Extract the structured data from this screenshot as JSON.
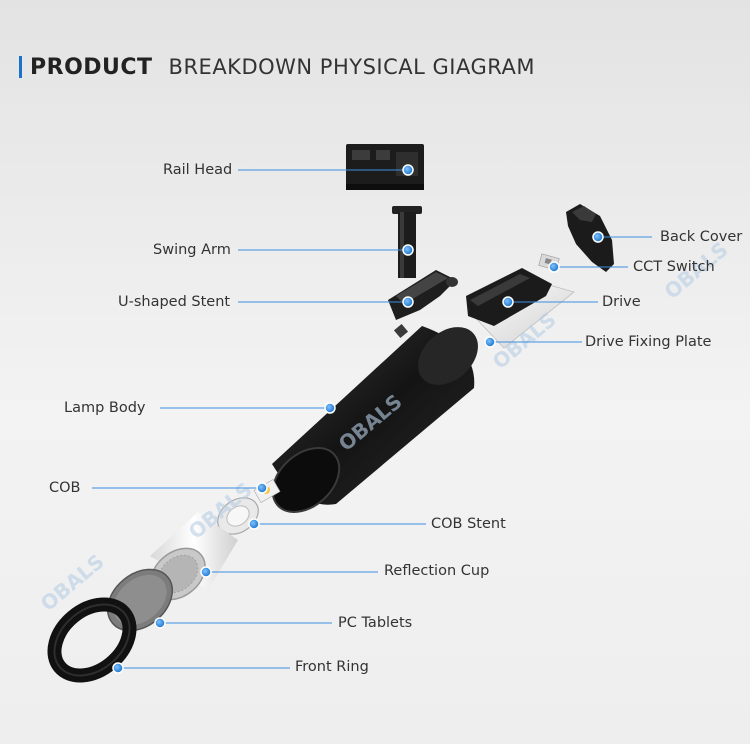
{
  "header": {
    "title_bold": "PRODUCT",
    "title_rest": "BREAKDOWN PHYSICAL GIAGRAM"
  },
  "labels": {
    "rail_head": "Rail Head",
    "swing_arm": "Swing Arm",
    "u_shaped_stent": "U-shaped Stent",
    "lamp_body": "Lamp Body",
    "cob": "COB",
    "back_cover": "Back Cover",
    "cct_switch": "CCT Switch",
    "drive": "Drive",
    "drive_fixing_plate": "Drive Fixing Plate",
    "cob_stent": "COB Stent",
    "reflection_cup": "Reflection Cup",
    "pc_tablets": "PC Tablets",
    "front_ring": "Front Ring"
  },
  "watermark": "OBALS",
  "colors": {
    "accent": "#1a73c9",
    "leader_line": "#3b8fe0",
    "body_black": "#1b1b1b"
  }
}
